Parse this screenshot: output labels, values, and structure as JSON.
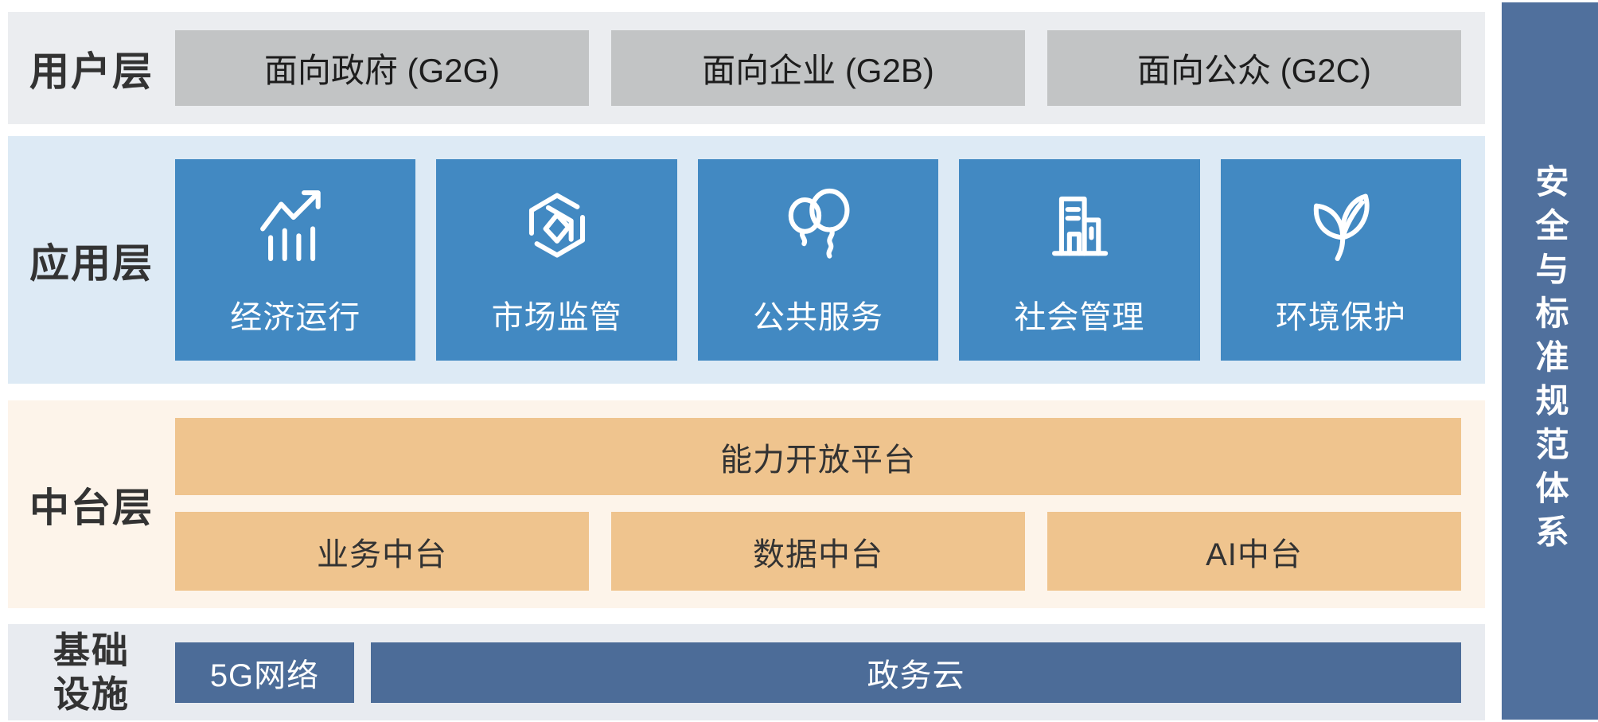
{
  "side_bar": {
    "label": "安全与标准规范体系"
  },
  "layers": {
    "user": {
      "label": "用户层",
      "boxes": [
        "面向政府 (G2G)",
        "面向企业 (G2B)",
        "面向公众 (G2C)"
      ]
    },
    "application": {
      "label": "应用层",
      "boxes": [
        {
          "icon": "trend-chart-icon",
          "label": "经济运行"
        },
        {
          "icon": "hex-cube-icon",
          "label": "市场监管"
        },
        {
          "icon": "balloons-icon",
          "label": "公共服务"
        },
        {
          "icon": "buildings-icon",
          "label": "社会管理"
        },
        {
          "icon": "leaves-icon",
          "label": "环境保护"
        }
      ]
    },
    "platform": {
      "label": "中台层",
      "top_box": "能力开放平台",
      "boxes": [
        "业务中台",
        "数据中台",
        "AI中台"
      ]
    },
    "infrastructure": {
      "label": "基础设施",
      "label_lines": [
        "基础",
        "设施"
      ],
      "boxes": [
        "5G网络",
        "政务云"
      ]
    }
  },
  "colors": {
    "user_layer_bg": "#ebedf0",
    "user_box": "#c2c4c5",
    "app_layer_bg": "#ddeaf5",
    "app_box": "#4289c2",
    "platform_layer_bg": "#fdf4ea",
    "platform_box": "#efc48e",
    "infra_layer_bg": "#e8ebf0",
    "infra_box": "#4c6c98",
    "side_bar": "#50709d",
    "label_text": "#333333",
    "box_text_light": "#ffffff"
  }
}
